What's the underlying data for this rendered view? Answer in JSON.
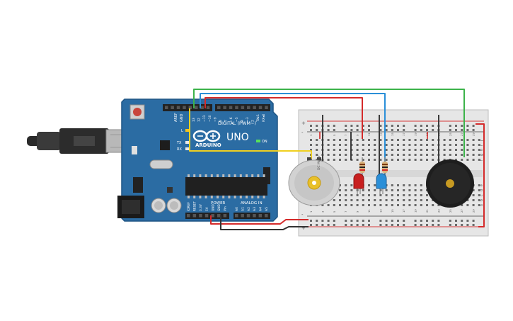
{
  "arduino": {
    "brand": "ARDUINO",
    "model": "UNO",
    "digital_label": "DIGITAL (PWM~)",
    "power_label": "POWER",
    "analog_label": "ANALOG IN",
    "on_label": "ON",
    "tx_label": "TX",
    "rx_label": "RX",
    "l_label": "L",
    "aref_label": "AREF",
    "gnd_label": "GND",
    "digital_pins": [
      "13",
      "12",
      "~11",
      "~10",
      "~9",
      "8",
      "7",
      "~6",
      "~5",
      "4",
      "~3",
      "2",
      "TX▸1",
      "RX◂0"
    ],
    "power_pins": [
      "IOREF",
      "RESET",
      "3.3V",
      "5V",
      "GND",
      "GND",
      "Vin"
    ],
    "analog_pins": [
      "A0",
      "A1",
      "A2",
      "A3",
      "A4",
      "A5"
    ]
  },
  "motor": {
    "label": "DC Motor"
  },
  "breadboard": {
    "rail_plus": "+",
    "rail_minus": "-",
    "top_rows": [
      "j",
      "i",
      "h",
      "g",
      "f"
    ],
    "bottom_rows": [
      "e",
      "d",
      "c",
      "b",
      "a"
    ],
    "column_numbers": [
      "1",
      "3",
      "5",
      "7",
      "9",
      "11",
      "13",
      "15",
      "17",
      "19",
      "21",
      "23",
      "25",
      "27",
      "29"
    ]
  },
  "colors": {
    "board": "#2b6ca3",
    "board_dark": "#1f5584",
    "breadboard": "#e6e6e6",
    "wire_green": "#3cb34a",
    "wire_blue": "#2a8fd8",
    "wire_red": "#d42a2a",
    "wire_yellow": "#f0d020",
    "wire_dark": "#333333"
  }
}
